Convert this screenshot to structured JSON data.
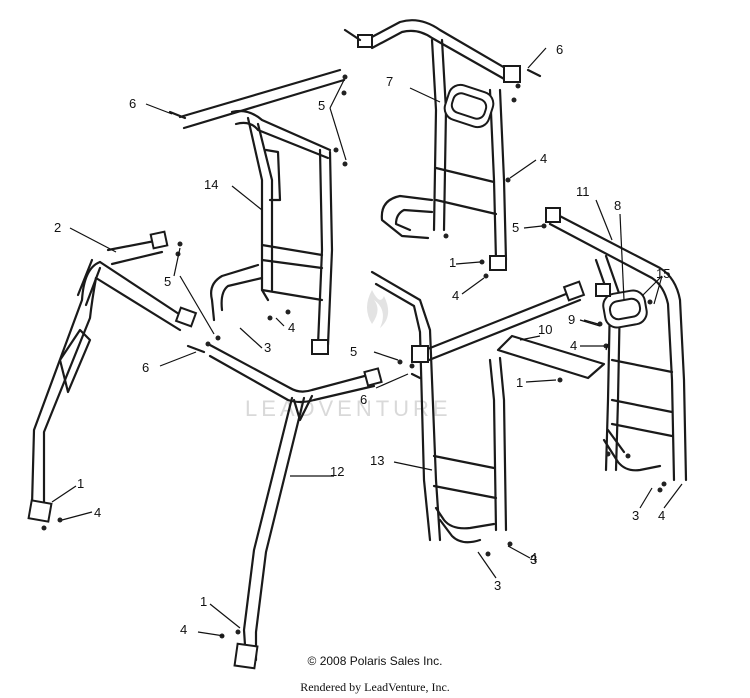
{
  "callouts": [
    "1",
    "1",
    "1",
    "1",
    "2",
    "3",
    "3",
    "3",
    "3",
    "4",
    "4",
    "4",
    "4",
    "4",
    "4",
    "4",
    "4",
    "5",
    "5",
    "5",
    "5",
    "6",
    "6",
    "6",
    "6",
    "7",
    "8",
    "9",
    "10",
    "11",
    "12",
    "13",
    "14",
    "15"
  ],
  "watermark": "LEADVENTURE",
  "footer": {
    "copyright": "© 2008 Polaris Sales Inc.",
    "rendered_by": "Rendered by LeadVenture, Inc."
  }
}
